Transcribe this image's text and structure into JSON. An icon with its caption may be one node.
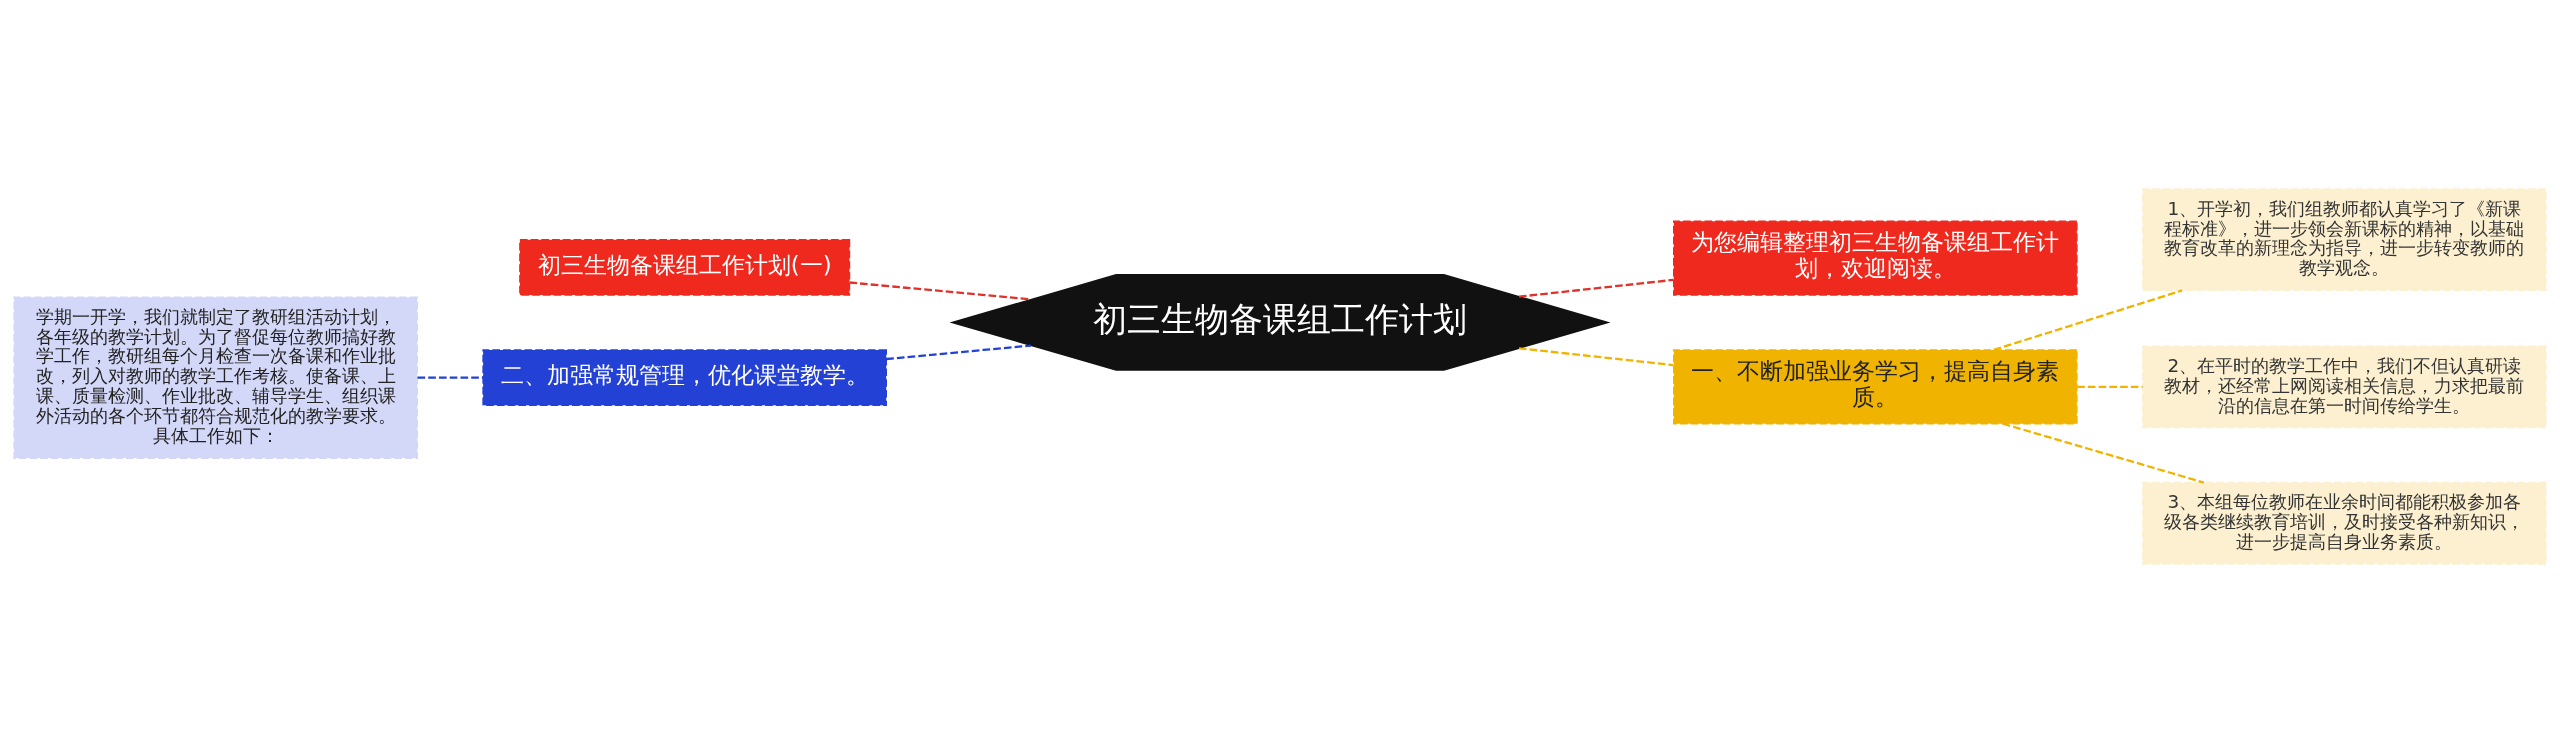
{
  "diagram": {
    "nodes": [
      {
        "text": [
          "初三生物备课组工作计划"
        ]
      },
      {
        "text": [
          "初三生物备课组工作计划(一)"
        ]
      },
      {
        "text": [
          "二、加强常规管理，优化课堂教学。"
        ]
      },
      {
        "text": [
          "学期一开学，我们就制定了教研组活动计划，各年级的教学计划。为了督促每位教师搞好教学工作，教研组每个月检查一次备课和作业批改，列入对教师的教学工作考核。使备课、上课、质量检测、作业批改、辅导学生、组织课外活动的各个环节都符合规范化的教学要求。具体工作如下："
        ]
      },
      {
        "text": [
          "为您编辑整理初三生物备课组工作计划，欢迎阅读。"
        ]
      },
      {
        "text": [
          "一、不断加强业务学习，提高自身素质。"
        ]
      },
      {
        "text": [
          "1、开学初，我们组教师都认真学习了《新课程标准》，进一步领会新课标的精神，以基础教育改革的新理念为指导，进一步转变教师的教学观念。"
        ]
      },
      {
        "text": [
          "2、在平时的教学工作中，我们不但认真研读教材，还经常上网阅读相关信息，力求把最前沿的信息在第一时间传给学生。"
        ]
      },
      {
        "text": [
          "3、本组每位教师在业余时间都能积极参加各级各类继续教育培训，及时接受各种新知识，进一步提高自身业务素质。"
        ]
      }
    ],
    "edges": [
      {
        "from": 0,
        "to": 1,
        "arrow": "none",
        "style": "dashed",
        "color": "#e0312a"
      },
      {
        "from": 0,
        "to": 2,
        "arrow": "none",
        "style": "dashed",
        "color": "#2341d4"
      },
      {
        "from": 2,
        "to": 3,
        "arrow": "none",
        "style": "dashed",
        "color": "#2341d4"
      },
      {
        "from": 0,
        "to": 4,
        "arrow": "none",
        "style": "dashed",
        "color": "#e0312a"
      },
      {
        "from": 0,
        "to": 5,
        "arrow": "none",
        "style": "dashed"
      },
      {
        "from": 5,
        "to": 6,
        "arrow": "none",
        "style": "dashed"
      },
      {
        "from": 5,
        "to": 7,
        "arrow": "none",
        "style": "dashed"
      },
      {
        "from": 5,
        "to": 8,
        "arrow": "none",
        "style": "dashed"
      }
    ]
  }
}
